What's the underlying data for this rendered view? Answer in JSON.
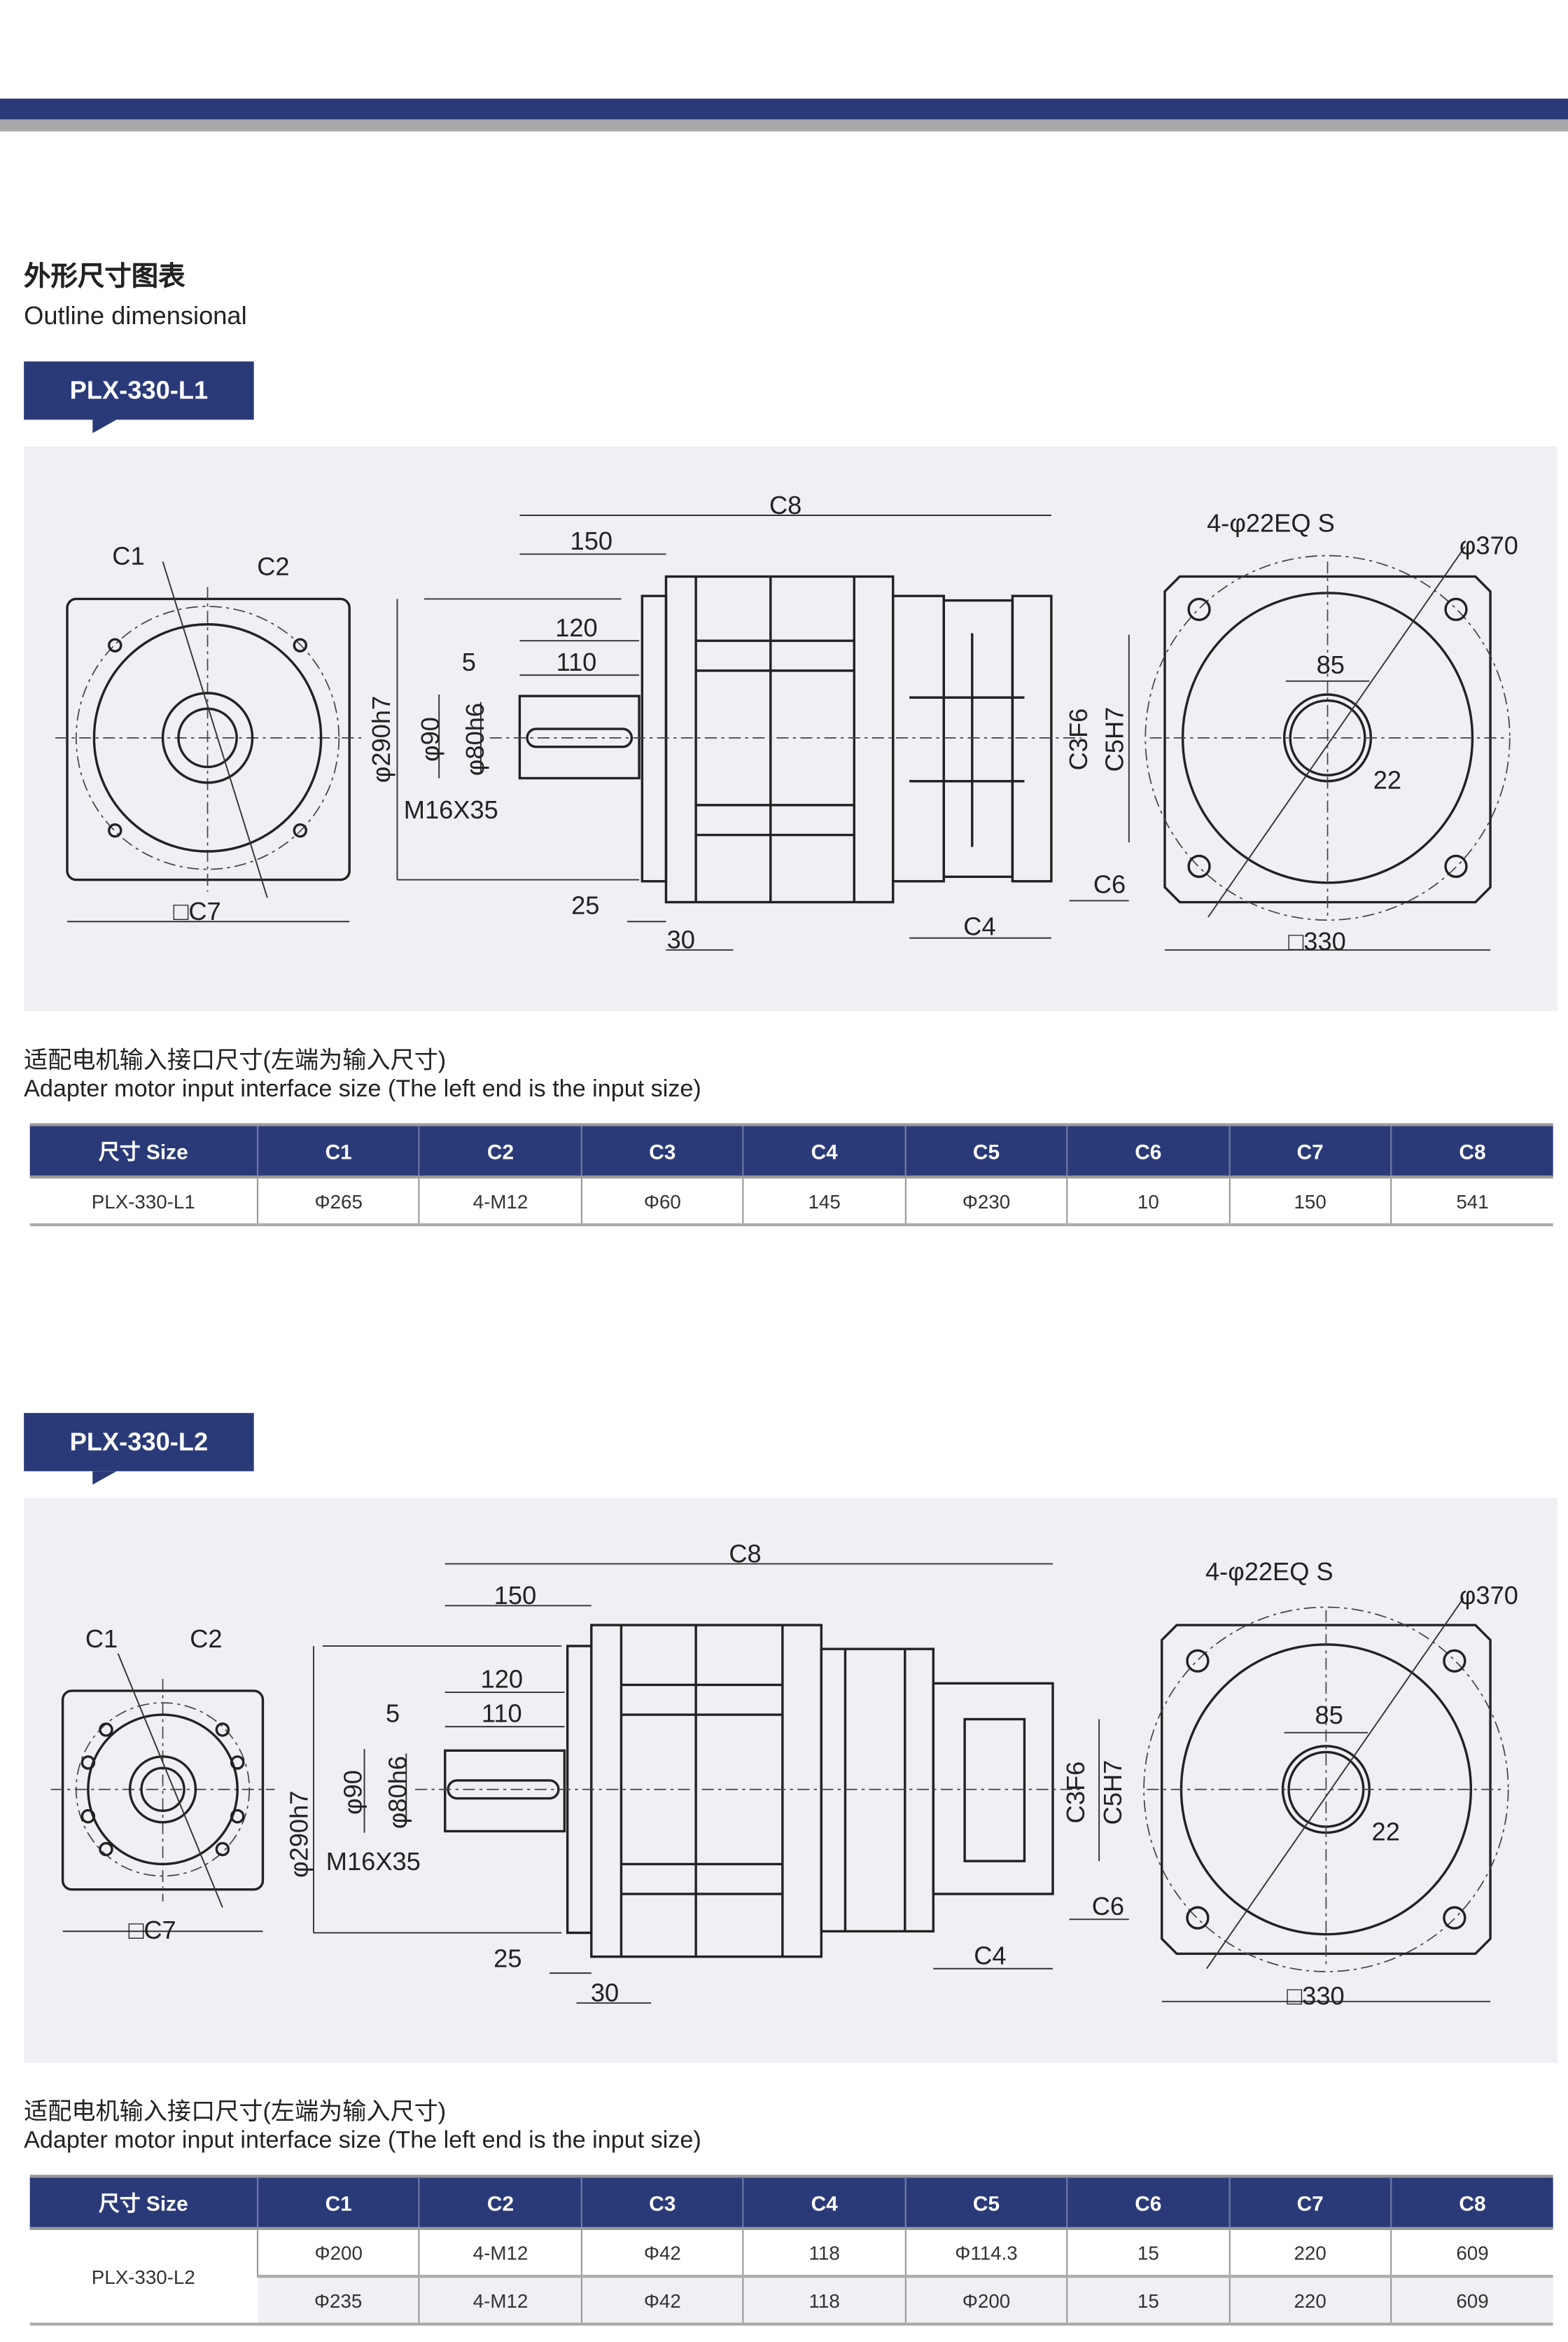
{
  "header": {
    "title_cn": "外形尺寸图表",
    "title_en": "Outline dimensional"
  },
  "sections": [
    {
      "model": "PLX-330-L1",
      "caption_cn": "适配电机输入接口尺寸(左端为输入尺寸)",
      "caption_en": "Adapter motor input interface size (The left end is the input size)",
      "labels": {
        "c1": "C1",
        "c2": "C2",
        "c7": "□C7",
        "c8": "C8",
        "d150": "150",
        "d120": "120",
        "d5": "5",
        "d110": "110",
        "phi290": "φ290h7",
        "phi90": "φ90",
        "phi80": "φ80h6",
        "m16": "M16X35",
        "d25": "25",
        "d30": "30",
        "c4": "C4",
        "c6": "C6",
        "c3": "C3F6",
        "c5": "C5H7",
        "holes": "4-φ22EQ S",
        "phi370": "φ370",
        "d85": "85",
        "d22": "22",
        "sq330": "□330"
      },
      "table": {
        "headers": [
          "尺寸 Size",
          "C1",
          "C2",
          "C3",
          "C4",
          "C5",
          "C6",
          "C7",
          "C8"
        ],
        "model": "PLX-330-L1",
        "rows": [
          [
            "Φ265",
            "4-M12",
            "Φ60",
            "145",
            "Φ230",
            "10",
            "150",
            "541"
          ]
        ]
      }
    },
    {
      "model": "PLX-330-L2",
      "caption_cn": "适配电机输入接口尺寸(左端为输入尺寸)",
      "caption_en": "Adapter motor input interface size (The left end is the input size)",
      "labels": {
        "c1": "C1",
        "c2": "C2",
        "c7": "□C7",
        "c8": "C8",
        "d150": "150",
        "d120": "120",
        "d5": "5",
        "d110": "110",
        "phi290": "φ290h7",
        "phi90": "φ90",
        "phi80": "φ80h6",
        "m16": "M16X35",
        "d25": "25",
        "d30": "30",
        "c4": "C4",
        "c6": "C6",
        "c3": "C3F6",
        "c5": "C5H7",
        "holes": "4-φ22EQ S",
        "phi370": "φ370",
        "d85": "85",
        "d22": "22",
        "sq330": "□330"
      },
      "table": {
        "headers": [
          "尺寸 Size",
          "C1",
          "C2",
          "C3",
          "C4",
          "C5",
          "C6",
          "C7",
          "C8"
        ],
        "model": "PLX-330-L2",
        "rows": [
          [
            "Φ200",
            "4-M12",
            "Φ42",
            "118",
            "Φ114.3",
            "15",
            "220",
            "609"
          ],
          [
            "Φ235",
            "4-M12",
            "Φ42",
            "118",
            "Φ200",
            "15",
            "220",
            "609"
          ]
        ]
      }
    }
  ]
}
